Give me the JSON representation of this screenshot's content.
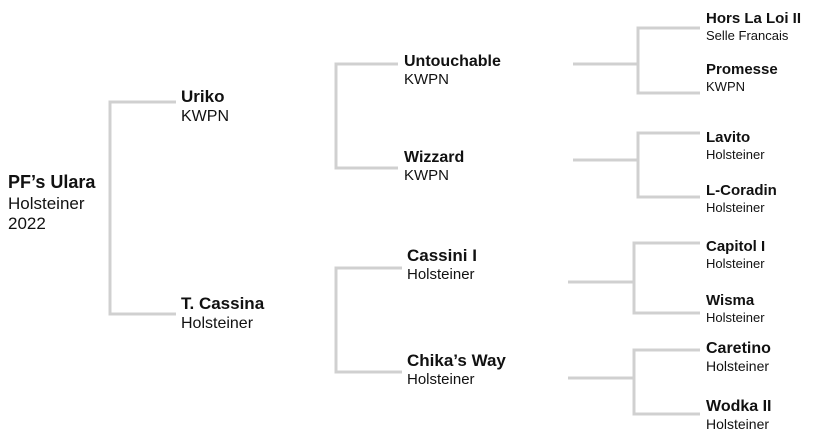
{
  "colors": {
    "line": "#d0d0d0",
    "text": "#111111"
  },
  "pedigree": {
    "subject": {
      "name": "PF’s Ulara",
      "breed": "Holsteiner",
      "year": "2022"
    },
    "sire": {
      "name": "Uriko",
      "breed": "KWPN"
    },
    "dam": {
      "name": "T. Cassina",
      "breed": "Holsteiner"
    },
    "sire_sire": {
      "name": "Untouchable",
      "breed": "KWPN"
    },
    "sire_dam": {
      "name": "Wizzard",
      "breed": "KWPN"
    },
    "dam_sire": {
      "name": "Cassini I",
      "breed": "Holsteiner"
    },
    "dam_dam": {
      "name": "Chika’s Way",
      "breed": "Holsteiner"
    },
    "sire_sire_sire": {
      "name": "Hors La Loi II",
      "breed": "Selle Francais"
    },
    "sire_sire_dam": {
      "name": "Promesse",
      "breed": "KWPN"
    },
    "sire_dam_sire": {
      "name": "Lavito",
      "breed": "Holsteiner"
    },
    "sire_dam_dam": {
      "name": "L-Coradin",
      "breed": "Holsteiner"
    },
    "dam_sire_sire": {
      "name": "Capitol I",
      "breed": "Holsteiner"
    },
    "dam_sire_dam": {
      "name": "Wisma",
      "breed": "Holsteiner"
    },
    "dam_dam_sire": {
      "name": "Caretino",
      "breed": "Holsteiner"
    },
    "dam_dam_dam": {
      "name": "Wodka II",
      "breed": "Holsteiner"
    }
  }
}
